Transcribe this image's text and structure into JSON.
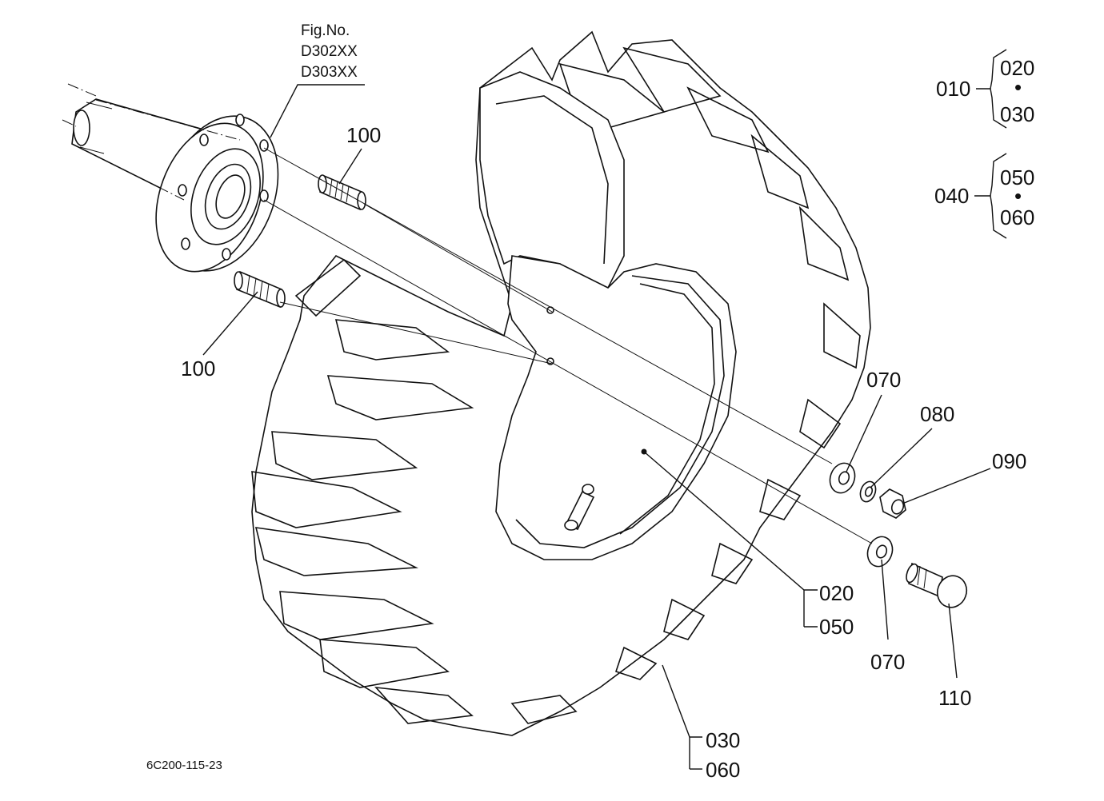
{
  "figure": {
    "fig_no_label": "Fig.No.",
    "fig_codes": [
      "D302XX",
      "D303XX"
    ],
    "drawing_id": "6C200-115-23"
  },
  "assembly_groups": [
    {
      "code": "010",
      "members": [
        "020",
        "030"
      ]
    },
    {
      "code": "040",
      "members": [
        "050",
        "060"
      ]
    }
  ],
  "callouts": {
    "stud_upper": "100",
    "stud_lower": "100",
    "washer_upper": "070",
    "spring_washer": "080",
    "nut": "090",
    "rim_a": "020",
    "rim_b": "050",
    "washer_lower": "070",
    "bolt": "110",
    "tire_a": "030",
    "tire_b": "060"
  },
  "separator_dot": "•"
}
